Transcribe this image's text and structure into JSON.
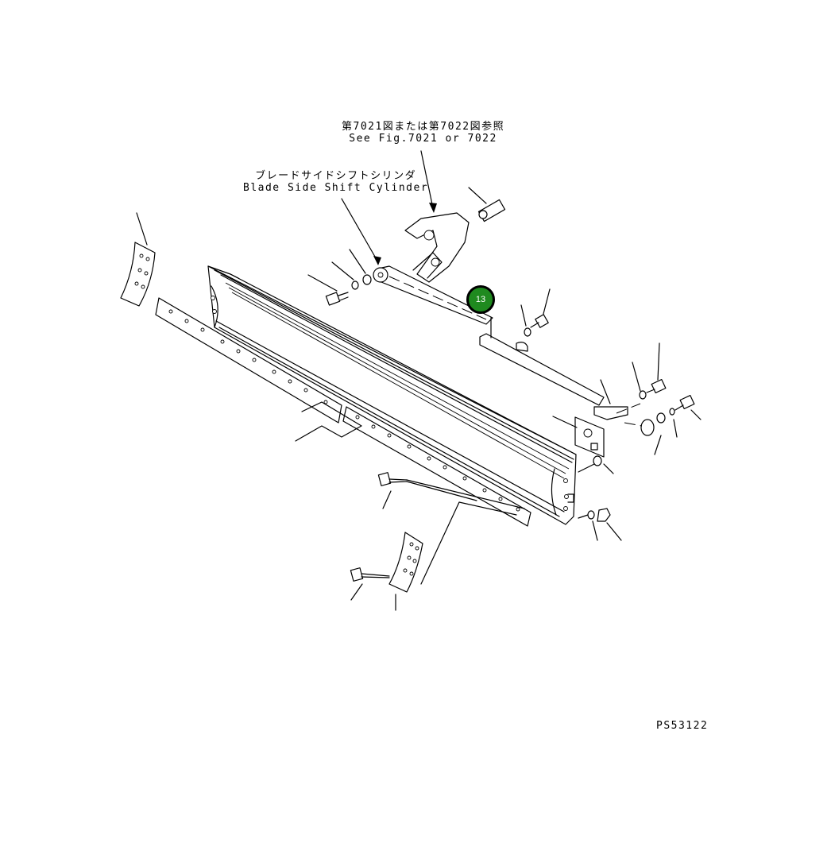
{
  "callouts": {
    "reference": {
      "jp": "第7021図または第7022図参照",
      "en": "See Fig.7021 or 7022"
    },
    "cylinder": {
      "jp": "ブレードサイドシフトシリンダ",
      "en": "Blade Side Shift Cylinder"
    }
  },
  "hotspot": {
    "label": "13",
    "color": "#1f8a1f"
  },
  "drawing_code": "PS53122"
}
